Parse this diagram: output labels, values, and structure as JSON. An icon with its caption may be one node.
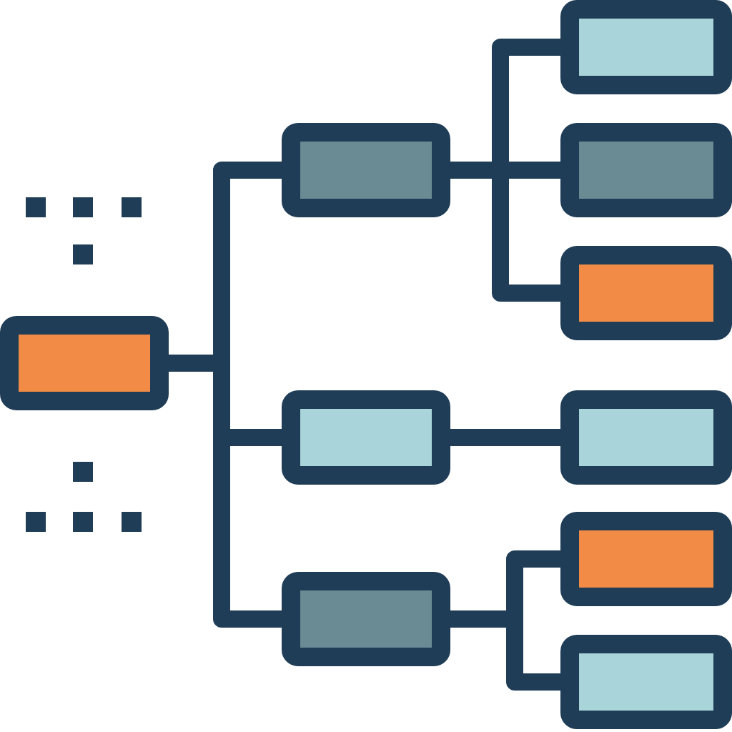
{
  "diagram": {
    "nodes": [
      {
        "text": [],
        "shape": "box"
      },
      {
        "text": [],
        "shape": "box"
      },
      {
        "text": [],
        "shape": "box"
      },
      {
        "text": [],
        "shape": "box"
      },
      {
        "text": [],
        "shape": "box"
      },
      {
        "text": [],
        "shape": "box"
      },
      {
        "text": [],
        "shape": "box"
      },
      {
        "text": [],
        "shape": "box"
      },
      {
        "text": [],
        "shape": "box"
      },
      {
        "text": [],
        "shape": "box"
      }
    ],
    "edges": [
      {
        "from": 0,
        "to": 1,
        "arrow": "none"
      },
      {
        "from": 0,
        "to": 2,
        "arrow": "none"
      },
      {
        "from": 0,
        "to": 3,
        "arrow": "none"
      },
      {
        "from": 1,
        "to": 4,
        "arrow": "none"
      },
      {
        "from": 1,
        "to": 5,
        "arrow": "none"
      },
      {
        "from": 1,
        "to": 6,
        "arrow": "none"
      },
      {
        "from": 2,
        "to": 7,
        "arrow": "none"
      },
      {
        "from": 3,
        "to": 8,
        "arrow": "none"
      },
      {
        "from": 3,
        "to": 9,
        "arrow": "none"
      }
    ]
  }
}
